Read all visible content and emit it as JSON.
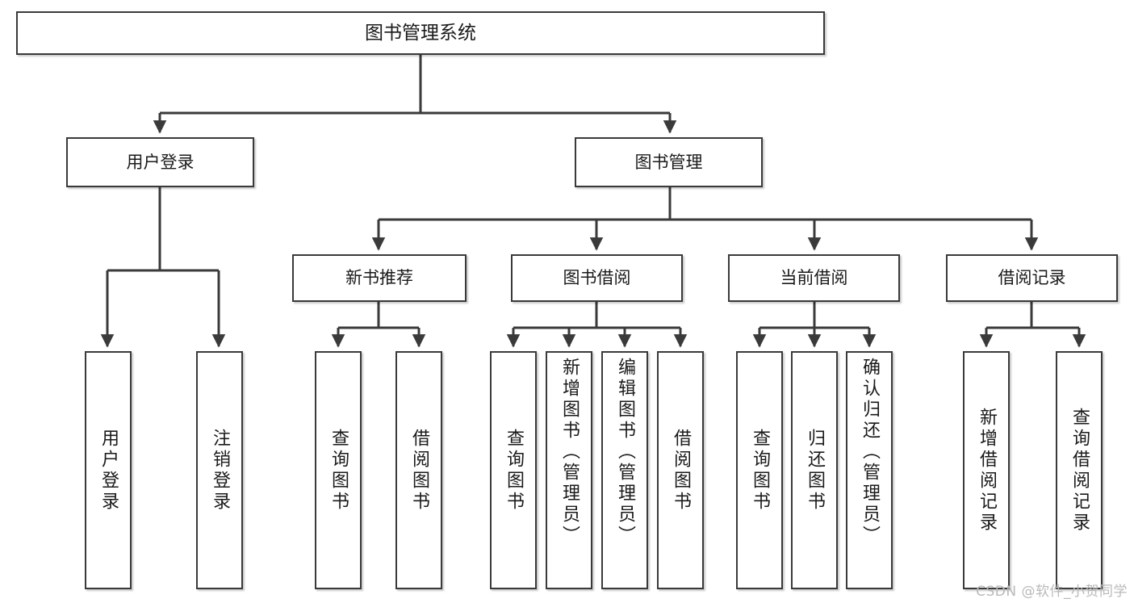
{
  "diagram": {
    "title": "图书管理系统",
    "type": "功能结构图",
    "root": {
      "label": "图书管理系统"
    },
    "level2": [
      {
        "label": "用户登录"
      },
      {
        "label": "图书管理"
      }
    ],
    "level3": [
      {
        "label": "新书推荐"
      },
      {
        "label": "图书借阅"
      },
      {
        "label": "当前借阅"
      },
      {
        "label": "借阅记录"
      }
    ],
    "leaves": [
      {
        "label": "用户登录",
        "parent": "用户登录"
      },
      {
        "label": "注销登录",
        "parent": "用户登录"
      },
      {
        "label": "查询图书",
        "parent": "新书推荐"
      },
      {
        "label": "借阅图书",
        "parent": "新书推荐"
      },
      {
        "label": "查询图书",
        "parent": "图书借阅"
      },
      {
        "label": "新增图书（管理员）",
        "parent": "图书借阅"
      },
      {
        "label": "编辑图书（管理员）",
        "parent": "图书借阅"
      },
      {
        "label": "借阅图书",
        "parent": "图书借阅"
      },
      {
        "label": "查询图书",
        "parent": "当前借阅"
      },
      {
        "label": "归还图书",
        "parent": "当前借阅"
      },
      {
        "label": "确认归还（管理员）",
        "parent": "当前借阅"
      },
      {
        "label": "新增借阅记录",
        "parent": "借阅记录"
      },
      {
        "label": "查询借阅记录",
        "parent": "借阅记录"
      }
    ],
    "watermark": "CSDN @软件_小贺同学",
    "colors": {
      "box_border": "#3a3a3a",
      "box_fill": "#ffffff",
      "connector": "#3a3a3a",
      "text": "#1a1a1a",
      "watermark": "#b9b9b9",
      "background": "#ffffff"
    }
  }
}
